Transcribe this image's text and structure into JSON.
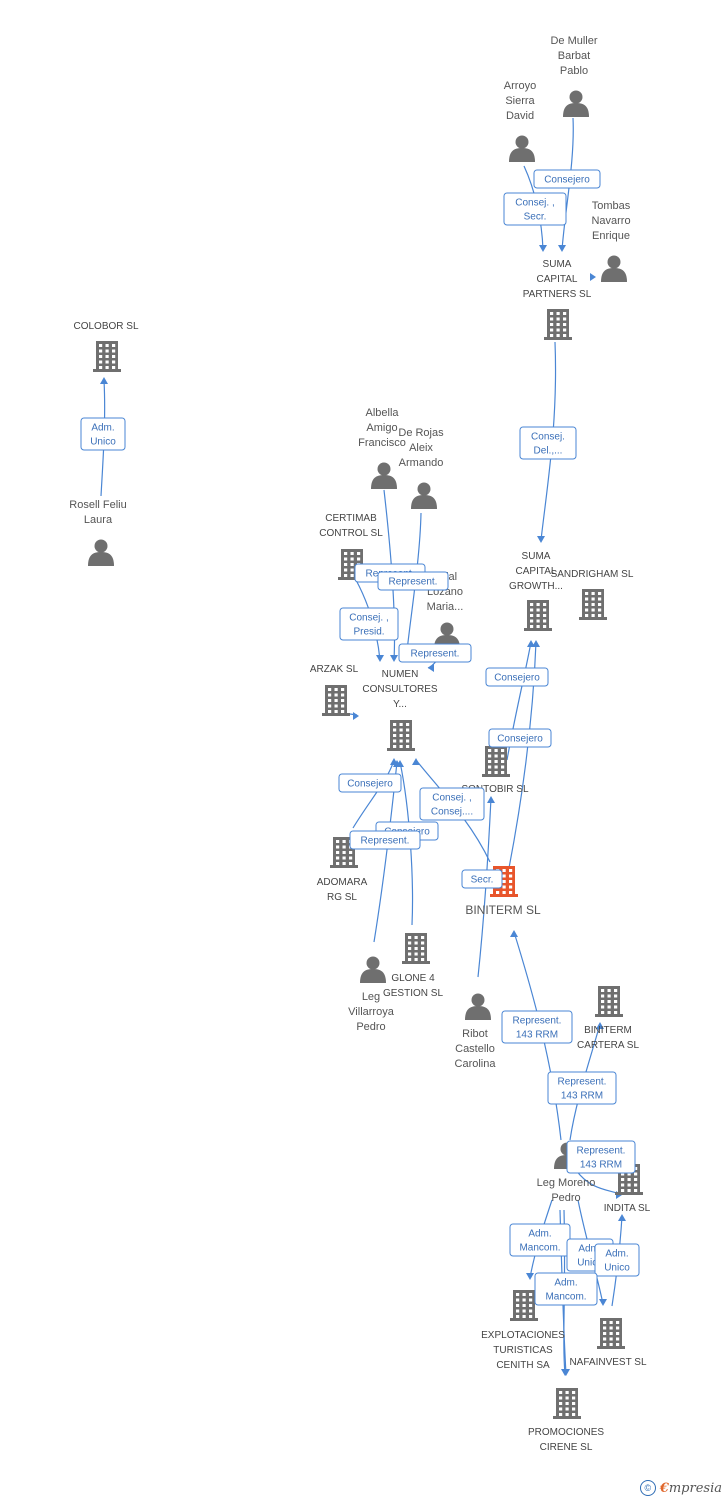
{
  "diagram": {
    "nodes": [
      {
        "id": "demuller",
        "kind": "person",
        "lines": [
          "De Muller",
          "Barbat",
          "Pablo"
        ]
      },
      {
        "id": "arroyo",
        "kind": "person",
        "lines": [
          "Arroyo",
          "Sierra",
          "David"
        ]
      },
      {
        "id": "tombas",
        "kind": "person",
        "lines": [
          "Tombas",
          "Navarro",
          "Enrique"
        ]
      },
      {
        "id": "suma_partners",
        "kind": "company",
        "lines": [
          "SUMA",
          "CAPITAL",
          "PARTNERS  SL"
        ]
      },
      {
        "id": "colobor",
        "kind": "company",
        "lines": [
          "COLOBOR SL"
        ]
      },
      {
        "id": "rosell",
        "kind": "person",
        "lines": [
          "Rosell Feliu",
          "Laura"
        ]
      },
      {
        "id": "albella",
        "kind": "person",
        "lines": [
          "Albella",
          "Amigo",
          "Francisco"
        ]
      },
      {
        "id": "derojas",
        "kind": "person",
        "lines": [
          "De Rojas",
          "Aleix",
          "Armando"
        ]
      },
      {
        "id": "certimab",
        "kind": "company",
        "lines": [
          "CERTIMAB",
          "CONTROL  SL"
        ]
      },
      {
        "id": "vidal",
        "kind": "person",
        "lines": [
          "Vidal",
          "Lozano",
          "Maria..."
        ]
      },
      {
        "id": "suma_growth",
        "kind": "company",
        "lines": [
          "SUMA",
          "CAPITAL",
          "GROWTH..."
        ]
      },
      {
        "id": "sandrigham",
        "kind": "company",
        "lines": [
          "SANDRIGHAM SL"
        ]
      },
      {
        "id": "arzak",
        "kind": "company",
        "lines": [
          "ARZAK SL"
        ]
      },
      {
        "id": "numen",
        "kind": "company",
        "lines": [
          "NUMEN",
          "CONSULTORES",
          "Y..."
        ]
      },
      {
        "id": "sontobir",
        "kind": "company",
        "lines": [
          "SONTOBIR SL"
        ]
      },
      {
        "id": "adomara",
        "kind": "company",
        "lines": [
          "ADOMARA",
          "RG  SL"
        ]
      },
      {
        "id": "biniterm",
        "kind": "focus",
        "lines": [
          "BINITERM SL"
        ]
      },
      {
        "id": "glone",
        "kind": "company",
        "lines": [
          "GLONE 4",
          "GESTION  SL"
        ]
      },
      {
        "id": "legvillarroya",
        "kind": "person",
        "lines": [
          "Leg",
          "Villarroya",
          "Pedro"
        ]
      },
      {
        "id": "ribot",
        "kind": "person",
        "lines": [
          "Ribot",
          "Castello",
          "Carolina"
        ]
      },
      {
        "id": "biniterm_cartera",
        "kind": "company",
        "lines": [
          "BINITERM",
          "CARTERA SL"
        ]
      },
      {
        "id": "legmoreno",
        "kind": "person",
        "lines": [
          "Leg Moreno",
          "Pedro"
        ]
      },
      {
        "id": "indita",
        "kind": "company",
        "lines": [
          "INDITA SL"
        ]
      },
      {
        "id": "explotaciones",
        "kind": "company",
        "lines": [
          "EXPLOTACIONES",
          "TURISTICAS",
          "CENITH SA"
        ]
      },
      {
        "id": "nafainvest",
        "kind": "company",
        "lines": [
          "NAFAINVEST SL"
        ]
      },
      {
        "id": "promociones",
        "kind": "company",
        "lines": [
          "PROMOCIONES",
          "CIRENE SL"
        ]
      }
    ],
    "edges": [
      {
        "lines": [
          "Consejero"
        ]
      },
      {
        "lines": [
          "Consej. ,",
          "Secr."
        ]
      },
      {
        "lines": []
      },
      {
        "lines": [
          "Consej.",
          "Del.,..."
        ]
      },
      {
        "lines": [
          "Adm.",
          "Unico"
        ]
      },
      {
        "lines": [
          "Represent."
        ]
      },
      {
        "lines": [
          "Represent."
        ]
      },
      {
        "lines": [
          "Consej. ,",
          "Presid."
        ]
      },
      {
        "lines": [
          "Represent."
        ]
      },
      {
        "lines": []
      },
      {
        "lines": [
          "Consejero"
        ]
      },
      {
        "lines": [
          "Consejero"
        ]
      },
      {
        "lines": [
          "Consejero"
        ]
      },
      {
        "lines": [
          "Consej. ,",
          "Consej...."
        ]
      },
      {
        "lines": [
          "Consejero"
        ]
      },
      {
        "lines": [
          "Represent."
        ]
      },
      {
        "lines": [
          "Secr."
        ]
      },
      {
        "lines": [
          "Represent.",
          "143 RRM"
        ]
      },
      {
        "lines": [
          "Represent.",
          "143 RRM"
        ]
      },
      {
        "lines": [
          "Represent.",
          "143 RRM"
        ]
      },
      {
        "lines": [
          "Adm.",
          "Mancom."
        ]
      },
      {
        "lines": [
          "Adm.",
          "Unico"
        ]
      },
      {
        "lines": [
          "Adm.",
          "Unico"
        ]
      },
      {
        "lines": [
          "Adm.",
          "Mancom."
        ]
      },
      {
        "lines": []
      }
    ],
    "colors": {
      "edge": "#4a86d4",
      "icon": "#6f6f6f",
      "focus": "#e8552b"
    }
  },
  "footer": {
    "copyright_symbol": "©",
    "brand_e": "€",
    "brand_rest": "mpresia"
  }
}
